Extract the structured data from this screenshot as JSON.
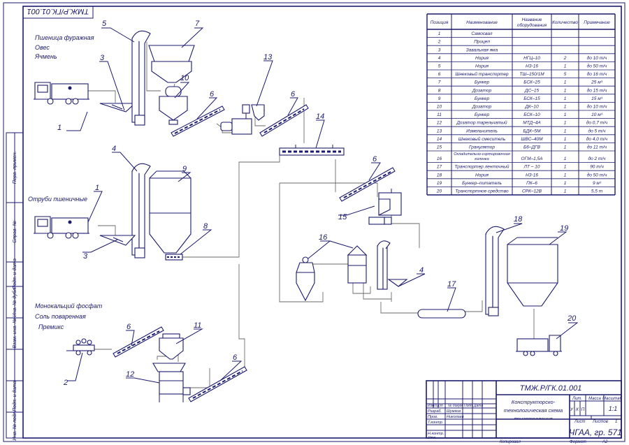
{
  "drawing": {
    "code_top": "ТМЖ.Р/ГК.01.001",
    "grains": [
      "Пшеница фуражная",
      "Овес",
      "Ячмень"
    ],
    "bran": "Отруби пшеничные",
    "additives": [
      "Монокальций фосфат",
      "Соль поваренная",
      "Премикс"
    ],
    "callouts": [
      "1",
      "5",
      "3",
      "7",
      "10",
      "6",
      "13",
      "6",
      "14",
      "1",
      "4",
      "9",
      "8",
      "3",
      "6",
      "15",
      "16",
      "4",
      "18",
      "19",
      "17",
      "20",
      "6",
      "11",
      "2",
      "12",
      "6"
    ]
  },
  "spec_table": {
    "headers": [
      "Позиция",
      "Наименование",
      "Название оборудования",
      "Количество",
      "Примечание"
    ],
    "rows": [
      [
        "1",
        "Самосвал",
        "",
        "",
        ""
      ],
      [
        "2",
        "Прицеп",
        "",
        "",
        ""
      ],
      [
        "3",
        "Завальная яма",
        "",
        "",
        ""
      ],
      [
        "4",
        "Нория",
        "НГЦ–10",
        "2",
        "до 10 т/ч"
      ],
      [
        "5",
        "Нория",
        "НЗ-16",
        "1",
        "до 50 т/ч"
      ],
      [
        "6",
        "Шнековый транспортер",
        "ТШ–150/1М",
        "5",
        "до 16 т/ч"
      ],
      [
        "7",
        "Бункер",
        "БСК–25",
        "1",
        "25 м³"
      ],
      [
        "8",
        "Дозатор",
        "ДС–15",
        "1",
        "до 15 т/ч"
      ],
      [
        "9",
        "Бункер",
        "БСК–15",
        "1",
        "15 м³"
      ],
      [
        "10",
        "Дозатор",
        "ДК–10",
        "1",
        "до 10 т/ч"
      ],
      [
        "11",
        "Бункер",
        "БСК–10",
        "1",
        "10 м³"
      ],
      [
        "12",
        "Дозатор тарельчатый",
        "МТД–4А",
        "1",
        "до 0,7 т/ч"
      ],
      [
        "13",
        "Измельчитель",
        "БДК–5М",
        "1",
        "до 5 т/ч"
      ],
      [
        "14",
        "Шнековый смеситель",
        "ШВС–40М",
        "1",
        "до 4,0 т/ч"
      ],
      [
        "15",
        "Гранулятор",
        "Б6–ДГВ",
        "1",
        "до 11 т/ч"
      ],
      [
        "16",
        "Охладительно-сортировочная колонка",
        "ОГМ–1,5А",
        "1",
        "до 2 т/ч"
      ],
      [
        "17",
        "Транспортер ленточный",
        "ЛТ – 10",
        "1",
        "90 т/ч"
      ],
      [
        "18",
        "Нория",
        "НЗ-16",
        "1",
        "до 50 т/ч"
      ],
      [
        "19",
        "Бункер–питатель",
        "ПК–6",
        "1",
        "9 м³"
      ],
      [
        "20",
        "Транспортное средство",
        "СРК–12В",
        "1",
        "5,5 т"
      ]
    ]
  },
  "title_block": {
    "code": "ТМЖ.Р/ГК.01.001",
    "title": "Конструкторско-технологическая схема приготовления комбикормов",
    "col_headers": [
      "Изм",
      "Лист",
      "№ докум.",
      "Подп.",
      "Дата"
    ],
    "roles": [
      "Разраб.",
      "Пров.",
      "Т.контр.",
      "Н.контр.",
      "Утв."
    ],
    "names": [
      "Шумков",
      "Николаев"
    ],
    "lit_label": "Лит.",
    "mass_label": "Масса",
    "scale_label": "Масштаб",
    "lit_cells": [
      "У",
      "К",
      "П"
    ],
    "scale_value": "1:1",
    "sheet_label": "Лист",
    "sheets_label": "Листов",
    "sheets_value": "1",
    "org": "ЧГАА, гр. 571"
  },
  "side_stamp": [
    "Перв. примен.",
    "Справ. №",
    "Подп. и дата",
    "Инв. № дубл.",
    "Взам. инв. №",
    "Подп. и дата",
    "Инв. № подл."
  ],
  "footer": {
    "copied": "Копировал",
    "format": "Формат",
    "format_value": "A2"
  }
}
